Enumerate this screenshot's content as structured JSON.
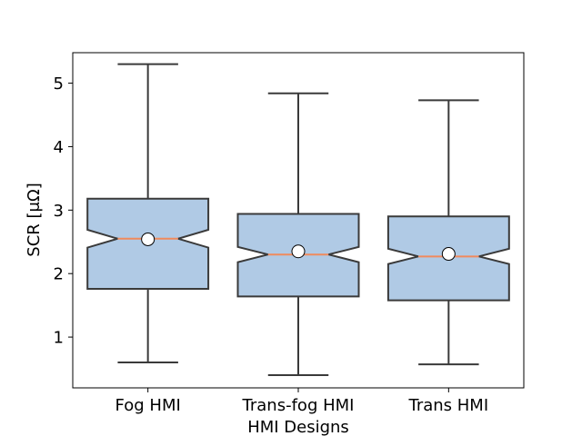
{
  "chart_data": {
    "type": "box",
    "title": "",
    "xlabel": "HMI Designs",
    "ylabel": "SCR [μΩ]",
    "ylim": [
      0.2,
      5.48
    ],
    "yticks": [
      1,
      2,
      3,
      4,
      5
    ],
    "grid": false,
    "notched": true,
    "colors": {
      "box_fill": "#b0cae5",
      "box_edge": "#3a3a3a",
      "median": "#f08a5d",
      "mean_marker_fill": "#ffffff",
      "mean_marker_edge": "#000000"
    },
    "categories": [
      "Fog HMI",
      "Trans-fog HMI",
      "Trans HMI"
    ],
    "boxes": [
      {
        "label": "Fog HMI",
        "whisker_low": 0.6,
        "q1": 1.76,
        "median": 2.55,
        "q3": 3.18,
        "whisker_high": 5.3,
        "notch_low": 2.41,
        "notch_high": 2.69,
        "mean": 2.54
      },
      {
        "label": "Trans-fog HMI",
        "whisker_low": 0.4,
        "q1": 1.64,
        "median": 2.3,
        "q3": 2.94,
        "whisker_high": 4.84,
        "notch_low": 2.18,
        "notch_high": 2.42,
        "mean": 2.35
      },
      {
        "label": "Trans HMI",
        "whisker_low": 0.57,
        "q1": 1.58,
        "median": 2.27,
        "q3": 2.9,
        "whisker_high": 4.73,
        "notch_low": 2.15,
        "notch_high": 2.39,
        "mean": 2.31
      }
    ]
  }
}
